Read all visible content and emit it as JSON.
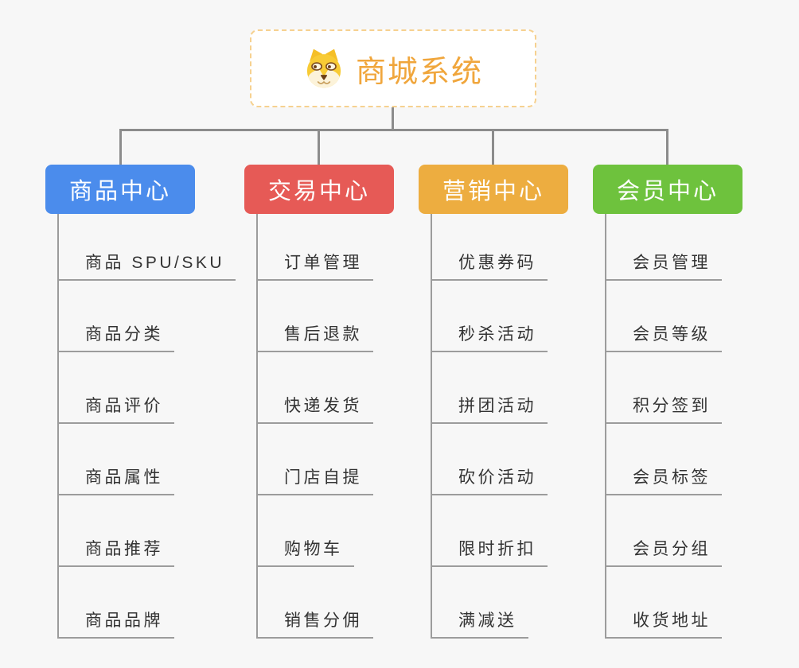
{
  "page": {
    "background": "#f7f7f7",
    "connector_color": "#8c8c8c",
    "underline_color": "#9c9c9c"
  },
  "root": {
    "title": "商城系统",
    "icon": "dog-face-icon",
    "text_color": "#f0a63c",
    "border_color": "#f6d190",
    "background": "#ffffff"
  },
  "branches": [
    {
      "label": "商品中心",
      "color": "#4b8cec",
      "children": [
        "商品 SPU/SKU",
        "商品分类",
        "商品评价",
        "商品属性",
        "商品推荐",
        "商品品牌"
      ]
    },
    {
      "label": "交易中心",
      "color": "#e65a56",
      "children": [
        "订单管理",
        "售后退款",
        "快递发货",
        "门店自提",
        "购物车",
        "销售分佣"
      ]
    },
    {
      "label": "营销中心",
      "color": "#edad40",
      "children": [
        "优惠券码",
        "秒杀活动",
        "拼团活动",
        "砍价活动",
        "限时折扣",
        "满减送"
      ]
    },
    {
      "label": "会员中心",
      "color": "#6ec23d",
      "children": [
        "会员管理",
        "会员等级",
        "积分签到",
        "会员标签",
        "会员分组",
        "收货地址"
      ]
    }
  ]
}
